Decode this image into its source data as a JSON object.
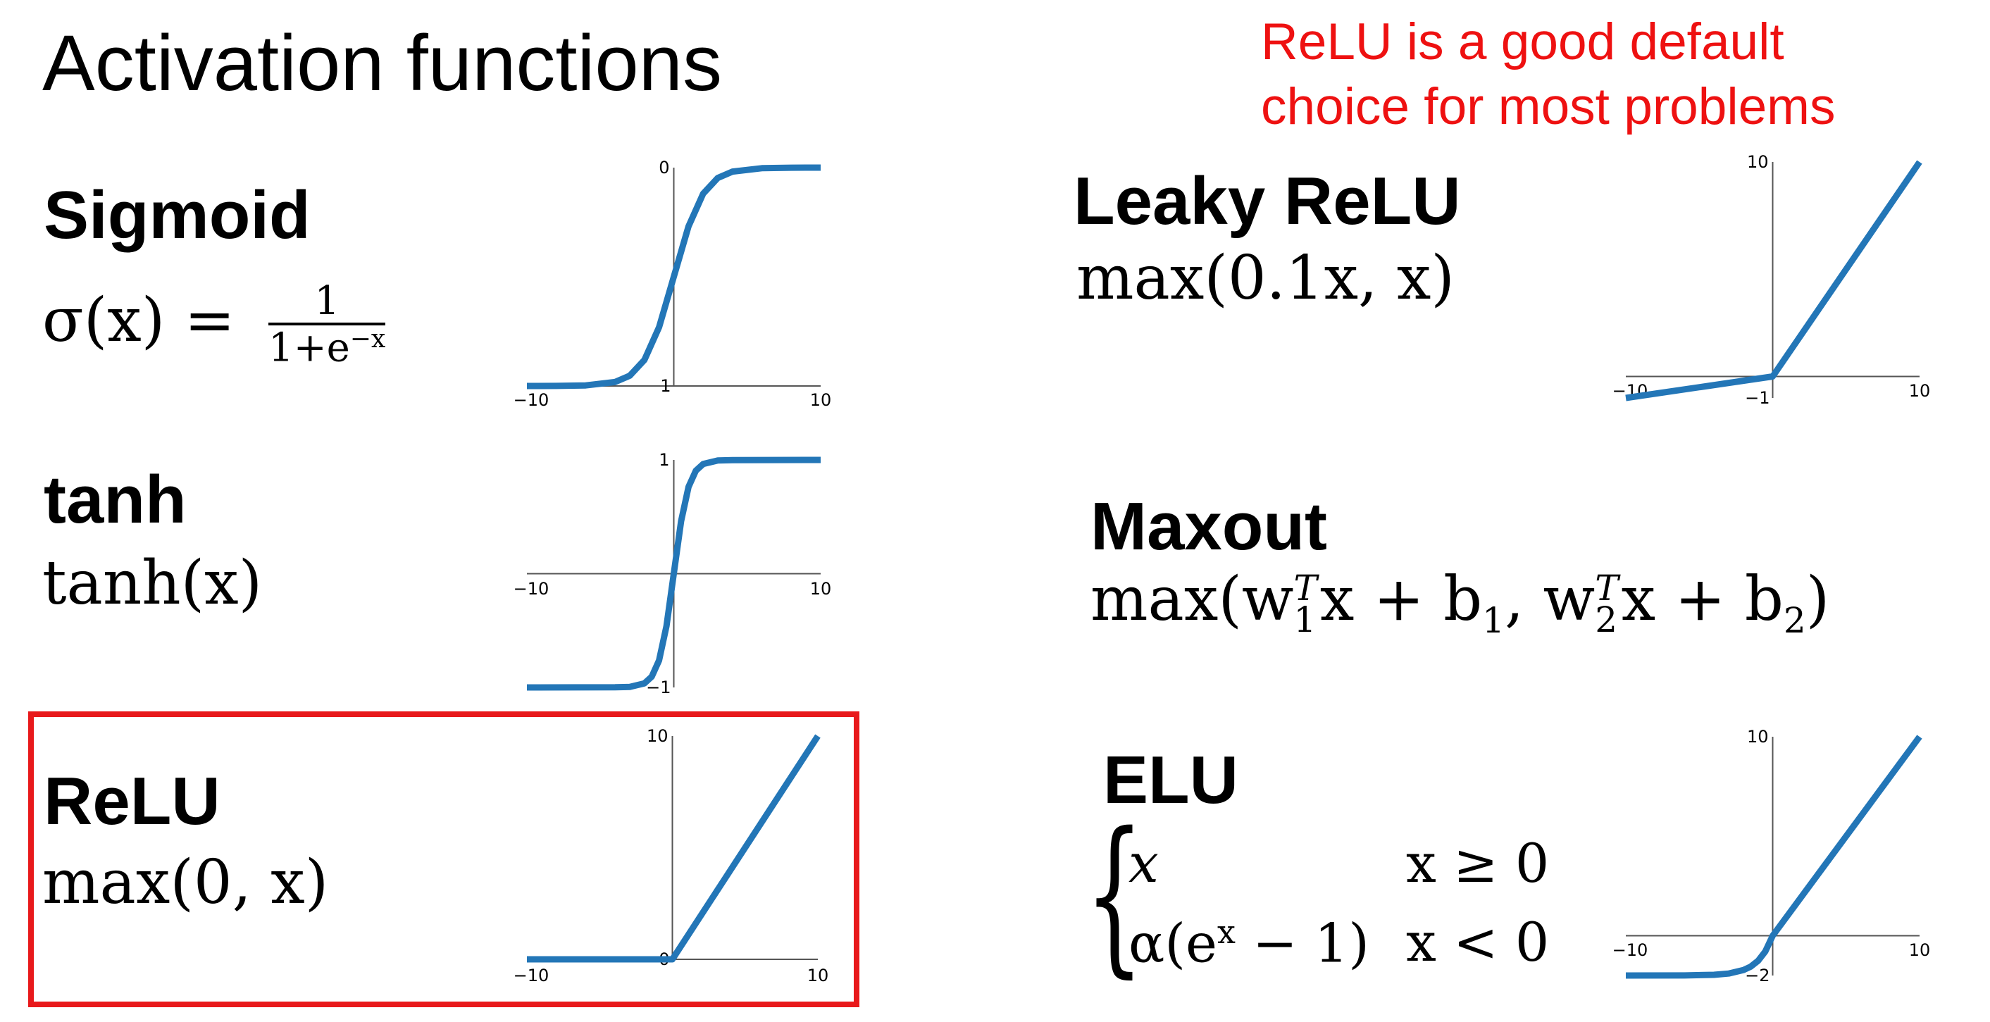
{
  "title": "Activation functions",
  "note_line1": "ReLU is a good default",
  "note_line2": "choice for most problems",
  "accent_color": "#e8191b",
  "curve_color": "#2376b7",
  "functions": {
    "sigmoid": {
      "name": "Sigmoid",
      "lhs": "σ(x) =",
      "num": "1",
      "den": "1+e",
      "den_sup": "−x"
    },
    "tanh": {
      "name": "tanh",
      "formula": "tanh(x)"
    },
    "relu": {
      "name": "ReLU",
      "formula": "max(0, x)"
    },
    "leaky": {
      "name": "Leaky ReLU",
      "formula": "max(0.1x, x)"
    },
    "maxout": {
      "name": "Maxout",
      "formula_a": "max(w",
      "sub1": "1",
      "sup1": "T",
      "mid": "x + b",
      "b1": "1",
      "comma": ", w",
      "sub2": "2",
      "sup2": "T",
      "end": "x + b",
      "b2": "2",
      "close": ")"
    },
    "elu": {
      "name": "ELU",
      "case1_expr": "x",
      "case1_cond": "x ≥ 0",
      "case2_expr": "α(e",
      "case2_sup": "x",
      "case2_tail": " − 1)",
      "case2_cond": "x < 0"
    }
  },
  "chart_data": [
    {
      "type": "line",
      "name": "Sigmoid",
      "x": [
        -10,
        -8,
        -6,
        -4,
        -3,
        -2,
        -1,
        0,
        1,
        2,
        3,
        4,
        6,
        8,
        10
      ],
      "y": [
        5e-05,
        0.0003,
        0.0025,
        0.018,
        0.047,
        0.119,
        0.269,
        0.5,
        0.731,
        0.881,
        0.953,
        0.982,
        0.9975,
        0.9997,
        0.99995
      ],
      "xlim": [
        -10,
        10
      ],
      "ylim": [
        0,
        1
      ],
      "xticks": [
        "−10",
        "10"
      ],
      "yticks": [
        "0",
        "1"
      ]
    },
    {
      "type": "line",
      "name": "tanh",
      "x": [
        -10,
        -4,
        -3,
        -2,
        -1.5,
        -1,
        -0.5,
        0,
        0.5,
        1,
        1.5,
        2,
        3,
        4,
        10
      ],
      "y": [
        -1,
        -0.999,
        -0.995,
        -0.964,
        -0.905,
        -0.762,
        -0.462,
        0,
        0.462,
        0.762,
        0.905,
        0.964,
        0.995,
        0.999,
        1
      ],
      "xlim": [
        -10,
        10
      ],
      "ylim": [
        -1,
        1
      ],
      "xticks": [
        "−10",
        "10"
      ],
      "yticks": [
        "1",
        "−1"
      ]
    },
    {
      "type": "line",
      "name": "ReLU",
      "x": [
        -10,
        0,
        10
      ],
      "y": [
        0,
        0,
        10
      ],
      "xlim": [
        -10,
        10
      ],
      "ylim": [
        0,
        10
      ],
      "xticks": [
        "−10",
        "10"
      ],
      "yticks": [
        "10",
        "0"
      ]
    },
    {
      "type": "line",
      "name": "Leaky ReLU",
      "x": [
        -10,
        0,
        10
      ],
      "y": [
        -1,
        0,
        10
      ],
      "xlim": [
        -10,
        10
      ],
      "ylim": [
        -1,
        10
      ],
      "xticks": [
        "−10",
        "10"
      ],
      "yticks": [
        "10",
        "−1"
      ]
    },
    {
      "type": "line",
      "name": "ELU",
      "x": [
        -10,
        -6,
        -4,
        -3,
        -2,
        -1.5,
        -1,
        -0.5,
        0,
        10
      ],
      "y": [
        -2,
        -1.995,
        -1.963,
        -1.9,
        -1.729,
        -1.554,
        -1.264,
        -0.787,
        0,
        10
      ],
      "xlim": [
        -10,
        10
      ],
      "ylim": [
        -2,
        10
      ],
      "xticks": [
        "−10",
        "10"
      ],
      "yticks": [
        "10",
        "−2"
      ]
    }
  ]
}
